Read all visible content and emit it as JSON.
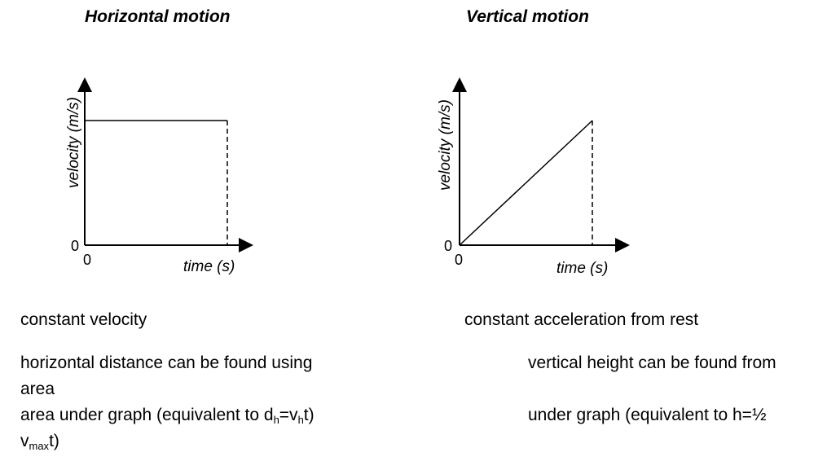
{
  "left": {
    "title": "Horizontal motion",
    "ylabel": "velocity (m/s)",
    "xlabel": "time (s)",
    "y_origin": "0",
    "x_origin": "0",
    "caption": "constant velocity",
    "line1": "horizontal distance can be found using",
    "line2": "area",
    "line3_pre": "area under graph (equivalent to d",
    "line3_sub1": "h",
    "line3_mid": "=v",
    "line3_sub2": "h",
    "line3_post": "t)",
    "line4_pre": "v",
    "line4_sub": "max",
    "line4_post": "t)"
  },
  "right": {
    "title": "Vertical motion",
    "ylabel": "velocity (m/s)",
    "xlabel": "time (s)",
    "y_origin": "0",
    "x_origin": "0",
    "caption": "constant acceleration from rest",
    "line1": "vertical height can be found from",
    "line2": "under graph (equivalent to h=½"
  },
  "chart_data": [
    {
      "type": "line",
      "ylabel": "velocity (m/s)",
      "xlabel": "time (s)",
      "shape": "constant",
      "dashed_drop_at_end": true
    },
    {
      "type": "line",
      "ylabel": "velocity (m/s)",
      "xlabel": "time (s)",
      "shape": "linear increase from origin",
      "dashed_drop_at_end": true
    }
  ]
}
